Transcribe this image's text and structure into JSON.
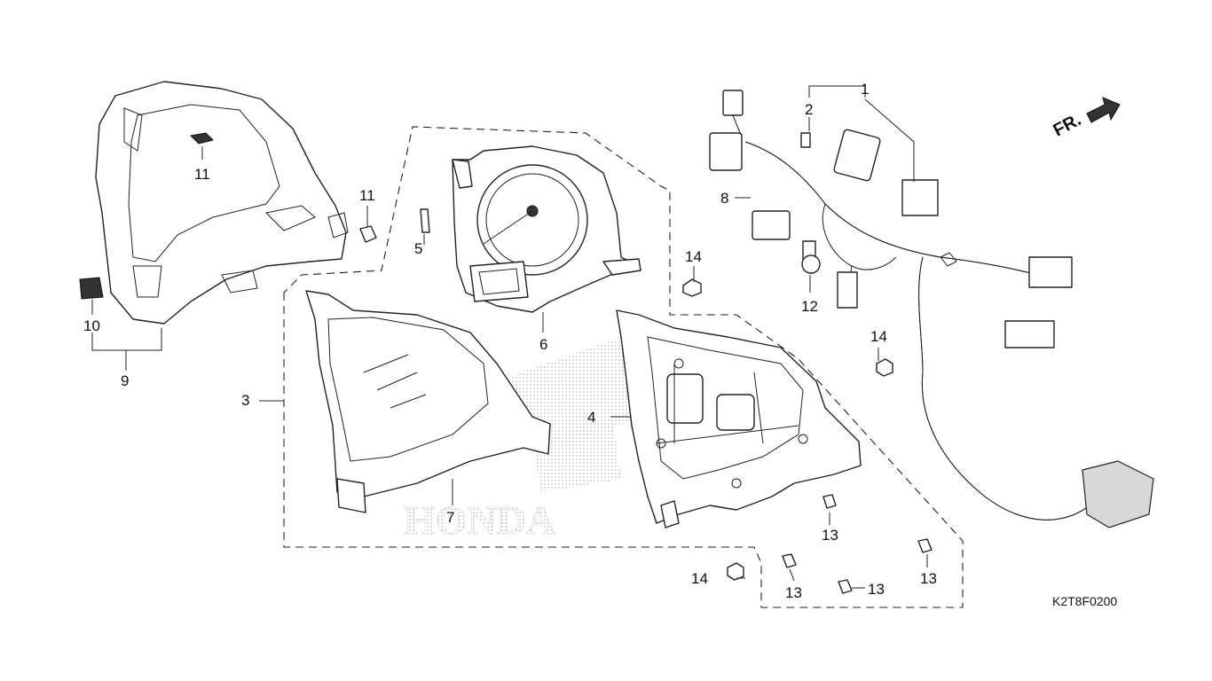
{
  "diagram_code": "K2T8F0200",
  "front_indicator": "FR.",
  "watermark": "HONDA",
  "callouts": {
    "c1": "1",
    "c2": "2",
    "c3": "3",
    "c4": "4",
    "c5": "5",
    "c6": "6",
    "c7": "7",
    "c8": "8",
    "c9": "9",
    "c10": "10",
    "c11a": "11",
    "c11b": "11",
    "c12": "12",
    "c13a": "13",
    "c13b": "13",
    "c13c": "13",
    "c13d": "13",
    "c14a": "14",
    "c14b": "14",
    "c14c": "14"
  },
  "colors": {
    "line": "#222222",
    "background": "#ffffff",
    "watermark_dots": "#bdbdbd"
  }
}
